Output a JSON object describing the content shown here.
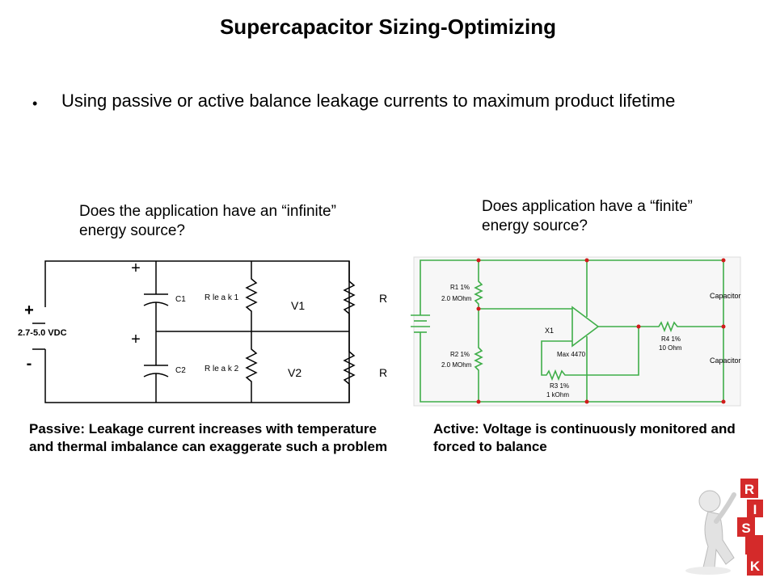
{
  "slide": {
    "title": "Supercapacitor Sizing-Optimizing",
    "bullet": "Using passive or active balance leakage currents to maximum product lifetime",
    "question_left": "Does the application have an “infinite” energy source?",
    "question_right": "Does application have a “finite” energy source?",
    "caption_left": "Passive: Leakage current increases with temperature and thermal imbalance can exaggerate such a problem",
    "caption_right": "Active: Voltage is continuously monitored and forced to balance"
  },
  "passive_circuit": {
    "plus": "+",
    "minus": "-",
    "supply": "2.7-5.0 VDC",
    "cap_plus": "+",
    "c1": "C1",
    "c2": "C2",
    "rleak1": "R le a k 1",
    "rleak2": "R le a k 2",
    "v1": "V1",
    "v2": "V2",
    "r_top": "R",
    "r_bottom": "R"
  },
  "active_circuit": {
    "r1": "R1 1%",
    "r1_val": "2.0 MOhm",
    "r2": "R2 1%",
    "r2_val": "2.0 MOhm",
    "x1": "X1",
    "opamp": "Max 4470",
    "r3": "R3 1%",
    "r3_val": "1 kOhm",
    "r4": "R4 1%",
    "r4_val": "10 Ohm",
    "cap_top": "Capacitor",
    "cap_bottom": "Capacitor"
  },
  "clipart": {
    "letters": [
      "R",
      "I",
      "S",
      "K"
    ],
    "colors": {
      "block": "#d42a2a",
      "figure": "#e6e6e6"
    }
  },
  "colors": {
    "wire_green": "#3fae49",
    "node_red": "#d11b1b"
  }
}
